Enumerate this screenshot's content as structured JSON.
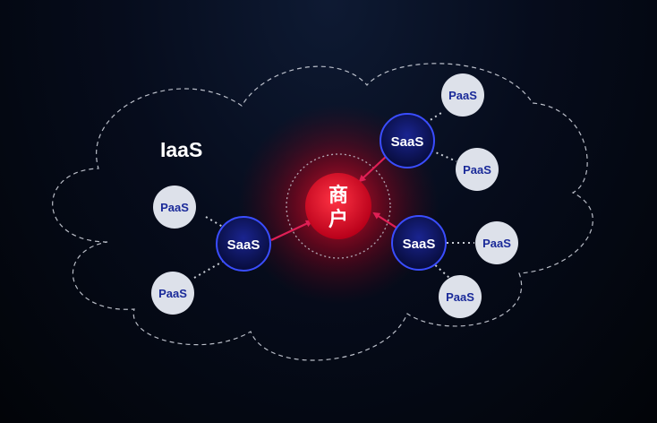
{
  "diagram": {
    "cloud_label": "IaaS",
    "center": {
      "label_line1": "商",
      "label_line2": "户"
    },
    "saas_nodes": [
      {
        "id": "saas-left",
        "label": "SaaS"
      },
      {
        "id": "saas-top-right",
        "label": "SaaS"
      },
      {
        "id": "saas-bottom-right",
        "label": "SaaS"
      }
    ],
    "paas_nodes": [
      {
        "id": "paas-left-top",
        "label": "PaaS",
        "parent": "saas-left"
      },
      {
        "id": "paas-left-bottom",
        "label": "PaaS",
        "parent": "saas-left"
      },
      {
        "id": "paas-tr-top",
        "label": "PaaS",
        "parent": "saas-top-right"
      },
      {
        "id": "paas-tr-bottom",
        "label": "PaaS",
        "parent": "saas-top-right"
      },
      {
        "id": "paas-br-right",
        "label": "PaaS",
        "parent": "saas-bottom-right"
      },
      {
        "id": "paas-br-bottom",
        "label": "PaaS",
        "parent": "saas-bottom-right"
      }
    ],
    "colors": {
      "saas_fill": "#0a1257",
      "saas_stroke": "#3a4dff",
      "paas_fill": "#dde1ea",
      "paas_text": "#1a2a99",
      "center_red": "#d40f24",
      "arrow": "#e01f55",
      "cloud_stroke": "#d9dde6"
    }
  }
}
